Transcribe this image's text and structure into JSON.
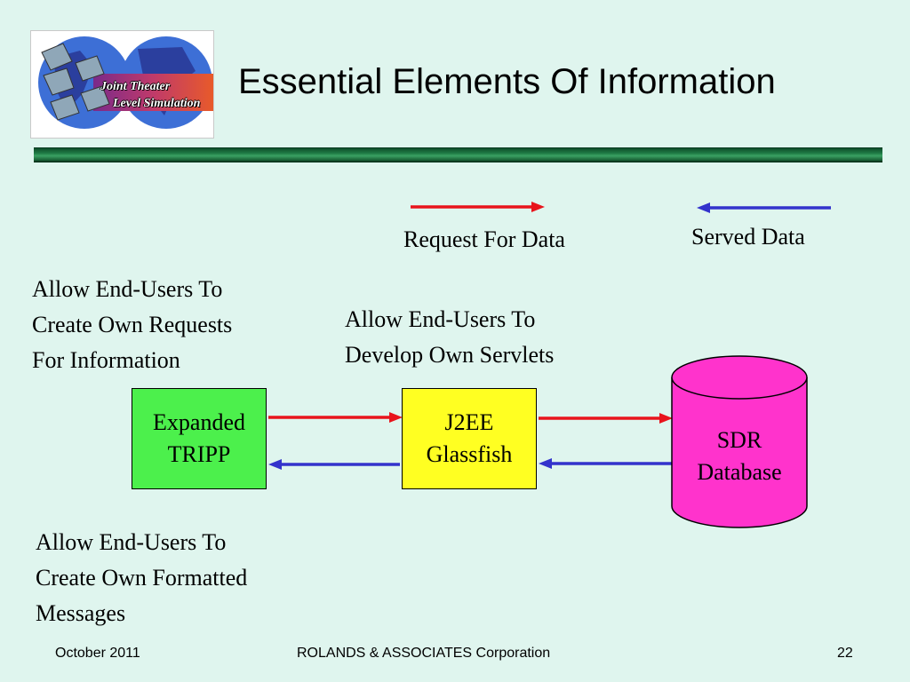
{
  "header": {
    "title": "Essential Elements Of Information",
    "logo_line1": "Joint Theater",
    "logo_line2": "Level Simulation"
  },
  "legend": {
    "request_label": "Request For Data",
    "served_label": "Served Data",
    "request_color": "#e8141c",
    "served_color": "#3333cc"
  },
  "notes": {
    "requests": [
      "Allow End-Users To",
      "Create Own Requests",
      "For Information"
    ],
    "servlets": [
      "Allow End-Users To",
      "Develop Own Servlets"
    ],
    "messages": [
      "Allow End-Users To",
      "Create Own Formatted",
      "Messages"
    ]
  },
  "nodes": {
    "tripp": [
      "Expanded",
      "TRIPP"
    ],
    "j2ee": [
      "J2EE",
      "Glassfish"
    ],
    "sdr": [
      "SDR",
      "Database"
    ]
  },
  "colors": {
    "tripp_fill": "#4cf04c",
    "j2ee_fill": "#ffff22",
    "sdr_fill": "#ff33cc",
    "background": "#dff5ee"
  },
  "footer": {
    "date": "October 2011",
    "company": "ROLANDS & ASSOCIATES Corporation",
    "page": "22"
  }
}
